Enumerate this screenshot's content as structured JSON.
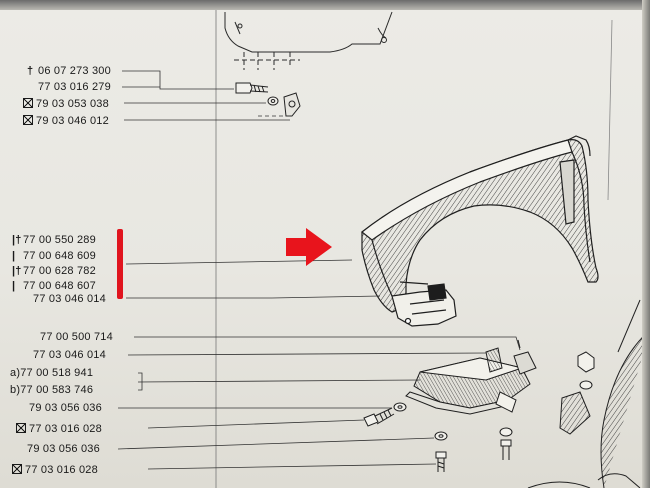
{
  "parts": [
    {
      "id": "p1",
      "prefix": "†",
      "number": "06 07 273 300"
    },
    {
      "id": "p2",
      "prefix": "",
      "number": "77 03 016 279"
    },
    {
      "id": "p3",
      "prefix": "box",
      "number": "79 03 053 038"
    },
    {
      "id": "p4",
      "prefix": "box",
      "number": "79 03 046 012"
    },
    {
      "id": "p5",
      "prefix": "|†",
      "number": "77 00 550 289"
    },
    {
      "id": "p6",
      "prefix": "|",
      "number": "77 00 648 609"
    },
    {
      "id": "p7",
      "prefix": "|†",
      "number": "77 00 628 782"
    },
    {
      "id": "p8",
      "prefix": "|",
      "number": "77 00 648 607"
    },
    {
      "id": "p9",
      "prefix": "",
      "number": "77 03 046 014"
    },
    {
      "id": "p10",
      "prefix": "",
      "number": "77 00 500 714"
    },
    {
      "id": "p11",
      "prefix": "",
      "number": "77 03 046 014"
    },
    {
      "id": "p12",
      "prefix": "a)",
      "number": "77 00 518 941"
    },
    {
      "id": "p13",
      "prefix": "b)",
      "number": "77 00 583 746"
    },
    {
      "id": "p14",
      "prefix": "",
      "number": "79 03 056 036"
    },
    {
      "id": "p15",
      "prefix": "box",
      "number": "77 03 016 028"
    },
    {
      "id": "p16",
      "prefix": "",
      "number": "79 03 056 036"
    },
    {
      "id": "p17",
      "prefix": "box",
      "number": "77 03 016 028"
    }
  ],
  "colors": {
    "paper": "#ebeae4",
    "ink": "#1a1a1a",
    "highlight_bar": "#e0141e",
    "arrow": "#e8141c"
  },
  "icons": [
    "dagger-symbol",
    "crossed-box-symbol",
    "red-arrow-icon",
    "red-bracket-bar"
  ]
}
